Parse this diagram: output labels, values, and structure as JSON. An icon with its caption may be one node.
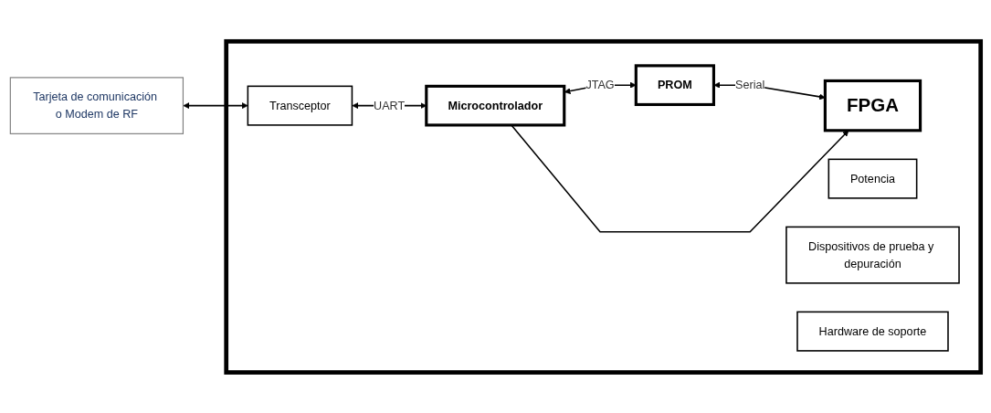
{
  "diagram": {
    "nodes": [
      {
        "text": [
          "Tarjeta de comunicación o Modem de RF"
        ]
      },
      {
        "text": [],
        "shape": "box"
      },
      {
        "text": [
          "Potencia"
        ],
        "in": 1
      },
      {
        "text": [
          "Transceptor"
        ],
        "in": 1
      },
      {
        "text": [
          "Microcontrolador"
        ],
        "in": 1
      },
      {
        "text": [
          "PROM"
        ],
        "in": 1
      },
      {
        "text": [
          "FPGA"
        ],
        "in": 1
      },
      {
        "text": [
          "Dispositivos de prueba y depuración"
        ],
        "in": 1
      },
      {
        "text": [
          "Hardware de soporte"
        ],
        "in": 1
      }
    ],
    "edges": [
      {
        "from": 0,
        "to": 3,
        "arrow": "both"
      },
      {
        "from": 3,
        "to": 4,
        "arrow": "both",
        "label": "UART"
      },
      {
        "from": 4,
        "to": 5,
        "arrow": "both",
        "label": "JTAG"
      },
      {
        "from": 5,
        "to": 6,
        "arrow": "both",
        "label": "Serial"
      },
      {
        "from": 4,
        "to": 6,
        "arrow": "to"
      }
    ]
  }
}
